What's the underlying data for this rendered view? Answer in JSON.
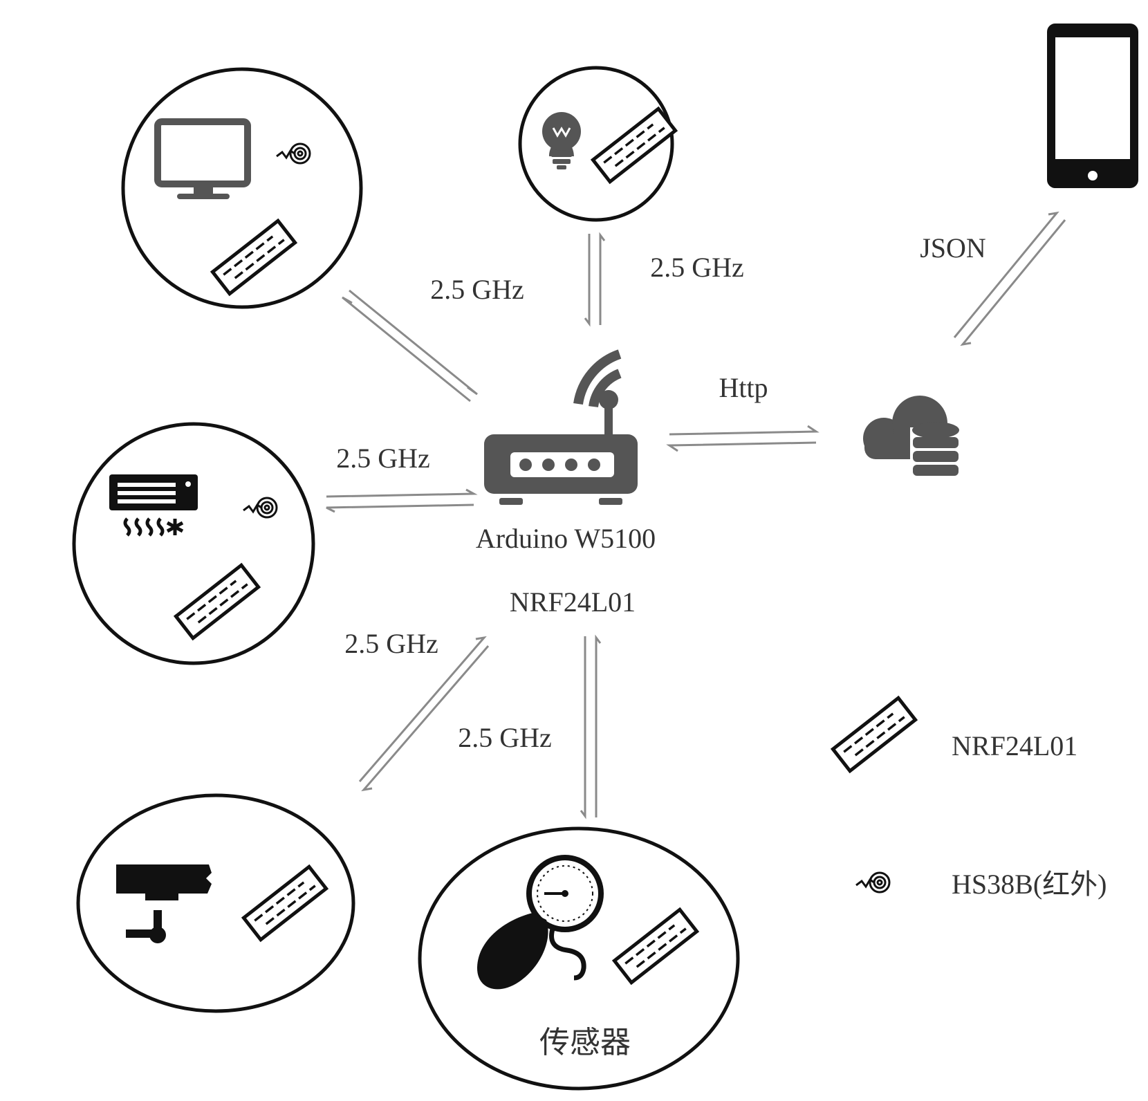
{
  "labels": {
    "link_tv": "2.5 GHz",
    "link_bulb": "2.5 GHz",
    "link_ac": "2.5 GHz",
    "link_camera": "2.5 GHz",
    "link_sensor": "2.5 GHz",
    "link_cloud": "Http",
    "link_phone": "JSON",
    "hub_name": "Arduino W5100",
    "hub_module": "NRF24L01",
    "sensor_node": "传感器"
  },
  "legend": [
    {
      "icon": "nrf24l01-chip-icon",
      "label": "NRF24L01"
    },
    {
      "icon": "hs38b-ir-receiver-icon",
      "label": "HS38B(红外)"
    }
  ],
  "nodes": [
    {
      "id": "tv",
      "icons": [
        "monitor-icon",
        "ir-receiver-icon",
        "nrf-chip-icon"
      ]
    },
    {
      "id": "bulb",
      "icons": [
        "light-bulb-icon",
        "nrf-chip-icon"
      ]
    },
    {
      "id": "air-conditioner",
      "icons": [
        "air-conditioner-icon",
        "ir-receiver-icon",
        "nrf-chip-icon"
      ]
    },
    {
      "id": "camera",
      "icons": [
        "security-camera-icon",
        "nrf-chip-icon"
      ]
    },
    {
      "id": "sensor",
      "icons": [
        "pressure-gauge-icon",
        "nrf-chip-icon"
      ]
    },
    {
      "id": "hub",
      "icons": [
        "wifi-router-icon"
      ]
    },
    {
      "id": "cloud",
      "icons": [
        "cloud-database-icon"
      ]
    },
    {
      "id": "phone",
      "icons": [
        "smartphone-icon"
      ]
    }
  ],
  "colors": {
    "arrow": "#8a8a8a",
    "icon": "#555555",
    "outline": "#111111"
  }
}
